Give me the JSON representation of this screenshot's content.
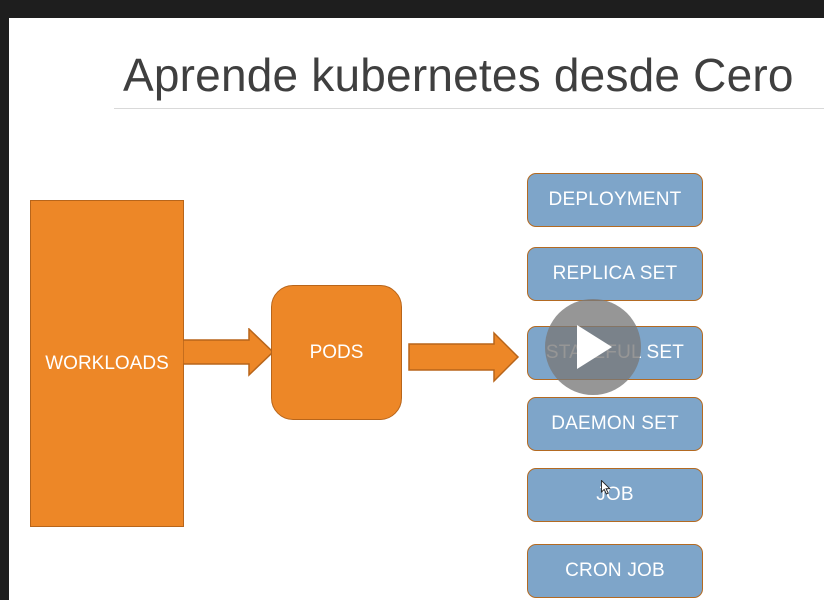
{
  "slide": {
    "title": "Aprende kubernetes desde Cero"
  },
  "diagram": {
    "workloads_label": "WORKLOADS",
    "pods_label": "PODS",
    "resources": [
      {
        "label": "DEPLOYMENT"
      },
      {
        "label": "REPLICA SET"
      },
      {
        "label": "STATEFUL SET"
      },
      {
        "label": "DAEMON SET"
      },
      {
        "label": "JOB"
      },
      {
        "label": "CRON JOB"
      }
    ]
  },
  "colors": {
    "orange": "#ed8727",
    "orange_border": "#b8651a",
    "blue": "#7ea5c9",
    "play_overlay": "#787878"
  },
  "icons": {
    "play": "play-icon",
    "cursor": "mouse-cursor-icon"
  }
}
